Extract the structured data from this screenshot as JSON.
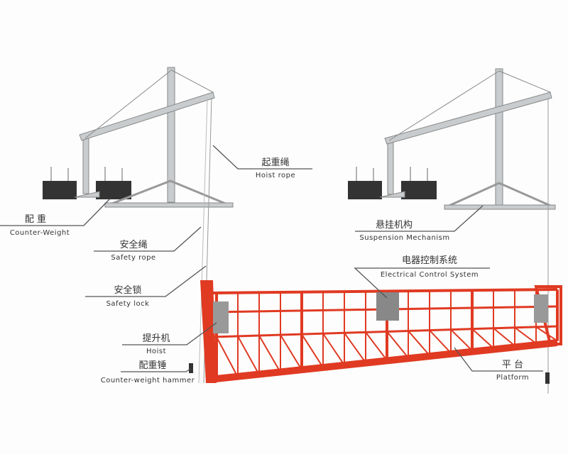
{
  "labels": {
    "hoist_rope": {
      "zh": "起重绳",
      "en": "Hoist rope"
    },
    "counter_weight": {
      "zh": "配 重",
      "en": "Counter-Weight"
    },
    "safety_rope": {
      "zh": "安全绳",
      "en": "Safety rope"
    },
    "safety_lock": {
      "zh": "安全锁",
      "en": "Safety lock"
    },
    "hoist": {
      "zh": "提升机",
      "en": "Hoist"
    },
    "counter_weight_hammer": {
      "zh": "配重锤",
      "en": "Counter-weight hammer"
    },
    "suspension": {
      "zh": "悬挂机构",
      "en": "Suspension Mechanism"
    },
    "electrical": {
      "zh": "电器控制系统",
      "en": "Electrical Control System"
    },
    "platform": {
      "zh": "平 台",
      "en": "Platform"
    }
  },
  "colors": {
    "platform": "#e03a22",
    "metal": "#c9ccce",
    "weight": "#333333"
  }
}
